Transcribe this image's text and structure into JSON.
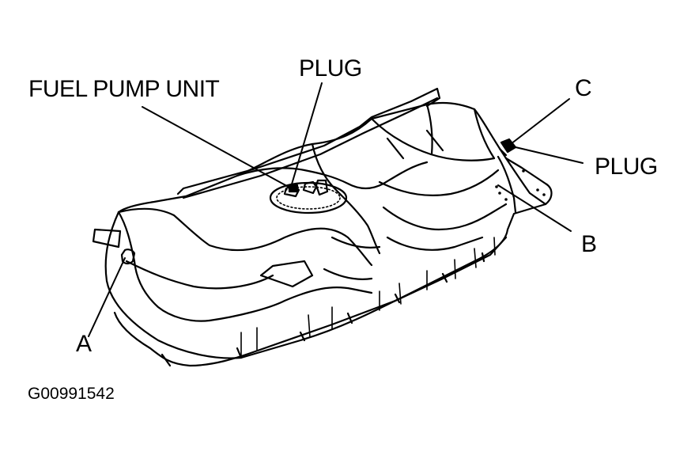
{
  "labels": {
    "fuel_pump_unit": "FUEL PUMP UNIT",
    "plug_top": "PLUG",
    "plug_right": "PLUG",
    "a": "A",
    "b": "B",
    "c": "C"
  },
  "figure_code": "G00991542",
  "colors": {
    "line": "#000000",
    "background": "#ffffff"
  }
}
